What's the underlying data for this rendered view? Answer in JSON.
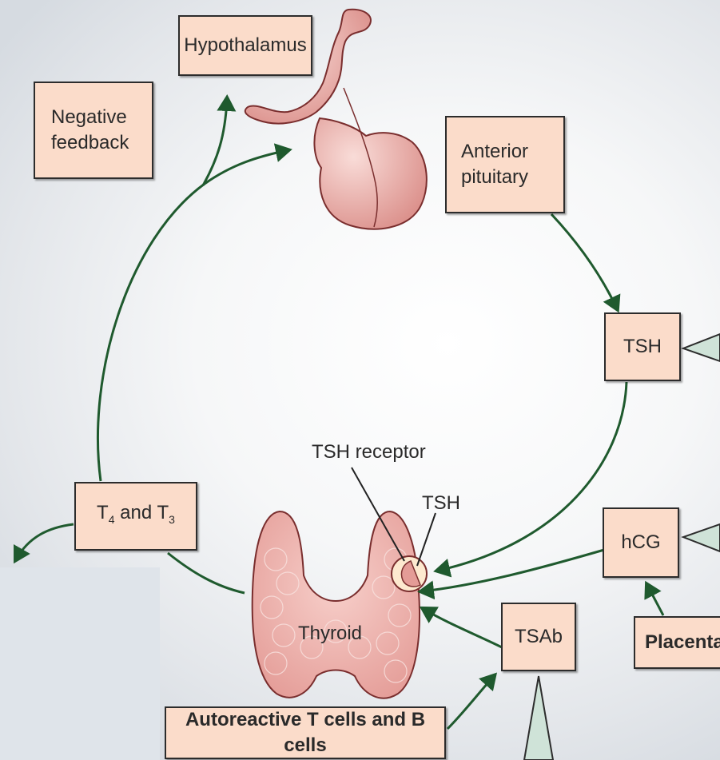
{
  "boxes": {
    "hypothalamus": "Hypothalamus",
    "negative_feedback": "Negative\nfeedback",
    "anterior_pituitary": "Anterior\npituitary",
    "tsh": "TSH",
    "hcg": "hCG",
    "tsab": "TSAb",
    "placenta": "Placenta",
    "autoreactive": "Autoreactive T cells and B cells"
  },
  "hormones": {
    "t_letter": "T",
    "t4_sub": "4",
    "and": " and ",
    "t3_sub": "3"
  },
  "labels": {
    "tsh_receptor": "TSH receptor",
    "tsh_small": "TSH",
    "thyroid": "Thyroid"
  },
  "colors": {
    "box_fill": "#fbdcca",
    "arrow": "#1f5a2e",
    "organ_fill": "#f3c4bf",
    "organ_stroke": "#7a2e2e",
    "triangle_fill": "#cfe3d8"
  }
}
